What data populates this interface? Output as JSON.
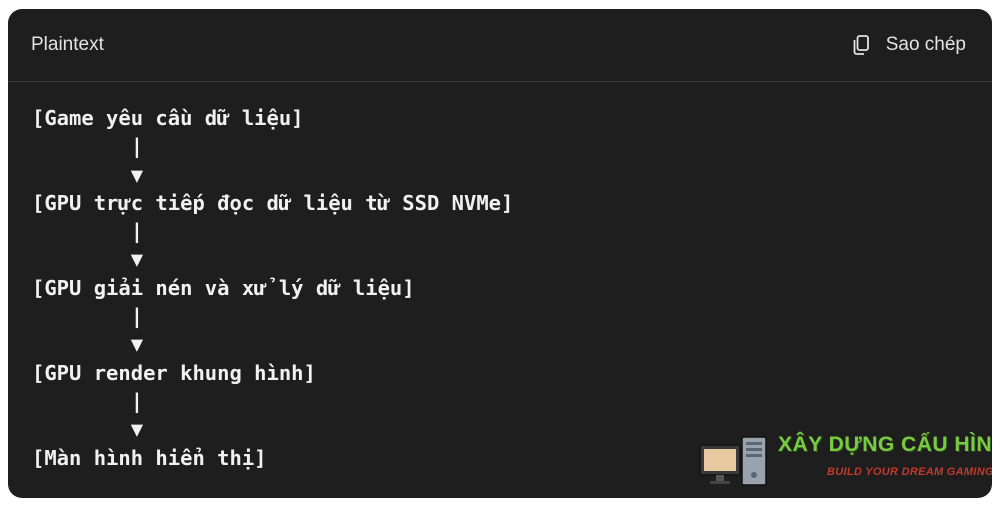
{
  "header": {
    "language": "Plaintext",
    "copy_label": "Sao chép",
    "copy_icon": "copy-icon"
  },
  "code_lines": [
    "[Game yêu cầu dữ liệu]",
    "        |",
    "        ▼",
    "[GPU trực tiếp đọc dữ liệu từ SSD NVMe]",
    "        |",
    "        ▼",
    "[GPU giải nén và xử lý dữ liệu]",
    "        |",
    "        ▼",
    "[GPU render khung hình]",
    "        |",
    "        ▼",
    "[Màn hình hiển thị]"
  ],
  "watermark": {
    "title": "XÂY DỰNG CẤU HÌNH",
    "subtitle": "BUILD YOUR DREAM GAMING PC",
    "icon": "computer-icon"
  },
  "colors": {
    "background": "#1e1e1e",
    "text": "#f1f1f1",
    "header_text": "#e3e3e3",
    "watermark_green": "#7ac943",
    "watermark_red": "#c0392b"
  }
}
